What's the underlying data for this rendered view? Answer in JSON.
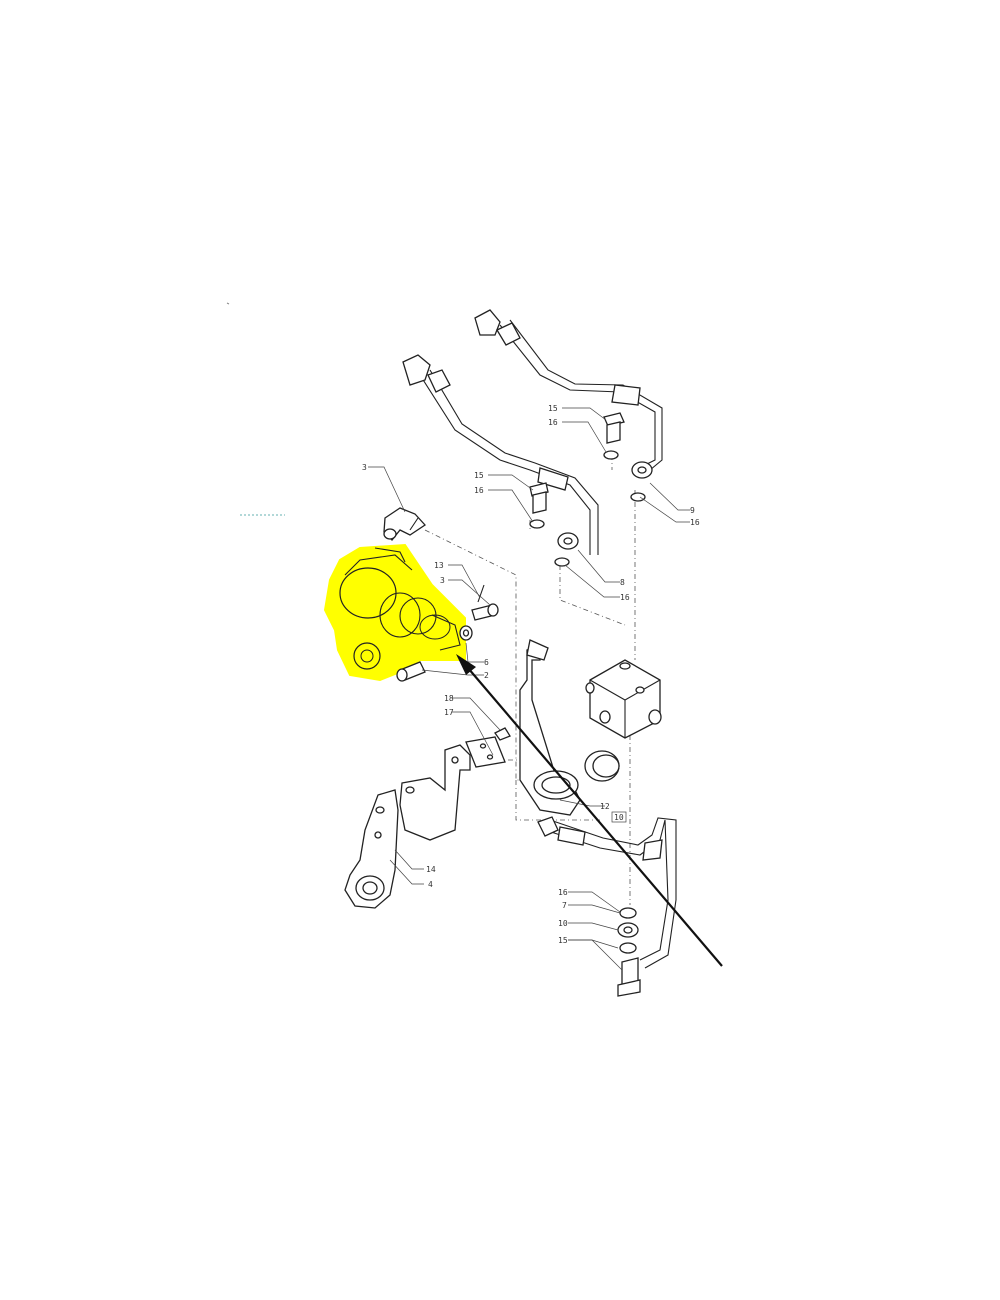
{
  "colors": {
    "highlight": "#ffff00",
    "ink": "#222222",
    "background": "#ffffff"
  },
  "callouts": {
    "c3_top": "3",
    "c15_a": "15",
    "c16_a": "16",
    "c15_b": "15",
    "c16_b": "16",
    "c9": "9",
    "c16_c": "16",
    "c8": "8",
    "c16_d": "16",
    "c13": "13",
    "c3_mid": "3",
    "c6": "6",
    "c2": "2",
    "c18": "18",
    "c17": "17",
    "c12": "12",
    "c10": "10",
    "c14": "14",
    "c4": "4",
    "c16_e": "16",
    "c7": "7",
    "c10_b": "10",
    "c15_c": "15"
  }
}
